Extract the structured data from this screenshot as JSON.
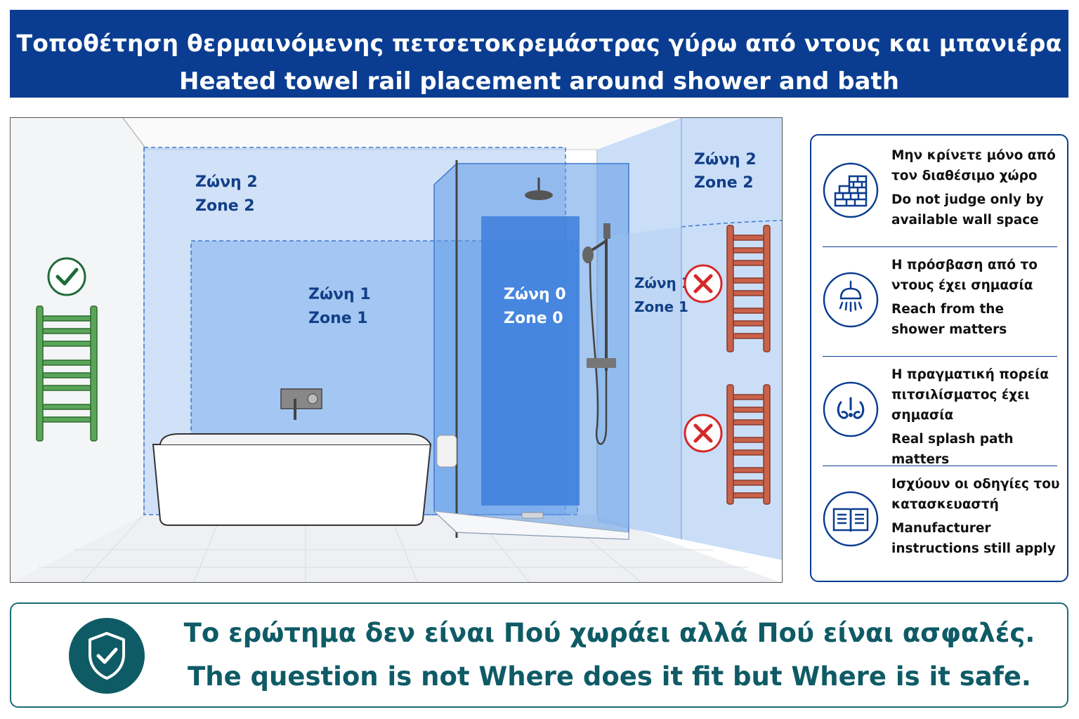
{
  "header": {
    "title_el": "Τοποθέτηση θερμαινόμενης πετσετοκρεμάστρας γύρω από ντους και μπανιέρα",
    "title_en": "Heated towel rail placement around shower and bath"
  },
  "zones": {
    "zone2_left_el": "Ζώνη 2",
    "zone2_left_en": "Zone 2",
    "zone1_el": "Ζώνη 1",
    "zone1_en": "Zone 1",
    "zone0_el": "Ζώνη 0",
    "zone0_en": "Zone 0",
    "zone1_right_el": "Ζώνη 1",
    "zone1_right_en": "Zone 1",
    "zone2_right_el": "Ζώνη 2",
    "zone2_right_en": "Zone 2"
  },
  "colors": {
    "banner": "#0a3d91",
    "ok": "#1e6b3a",
    "bad": "#d62828",
    "safe_rail": "#5aa55a",
    "unsafe_rail": "#c8624b",
    "teal": "#0e5b66"
  },
  "tips": [
    {
      "icon": "brick-wall-icon",
      "text_el": "Μην κρίνετε μόνο από τον διαθέσιμο χώρο",
      "text_en": "Do not judge only by available wall space"
    },
    {
      "icon": "shower-head-icon",
      "text_el": "Η πρόσβαση από το ντους έχει σημασία",
      "text_en": "Reach from the shower matters"
    },
    {
      "icon": "splash-icon",
      "text_el": "Η πραγματική πορεία πιτσιλίσματος έχει σημασία",
      "text_en": "Real splash path matters"
    },
    {
      "icon": "open-book-icon",
      "text_el": "Ισχύουν οι οδηγίες του κατασκευαστή",
      "text_en": "Manufacturer instructions still apply"
    }
  ],
  "footer": {
    "icon": "shield-check-icon",
    "question_el": "Το ερώτημα δεν είναι Πού χωράει αλλά Πού είναι ασφαλές.",
    "question_en": "The question is not Where does it fit but Where is it safe."
  }
}
